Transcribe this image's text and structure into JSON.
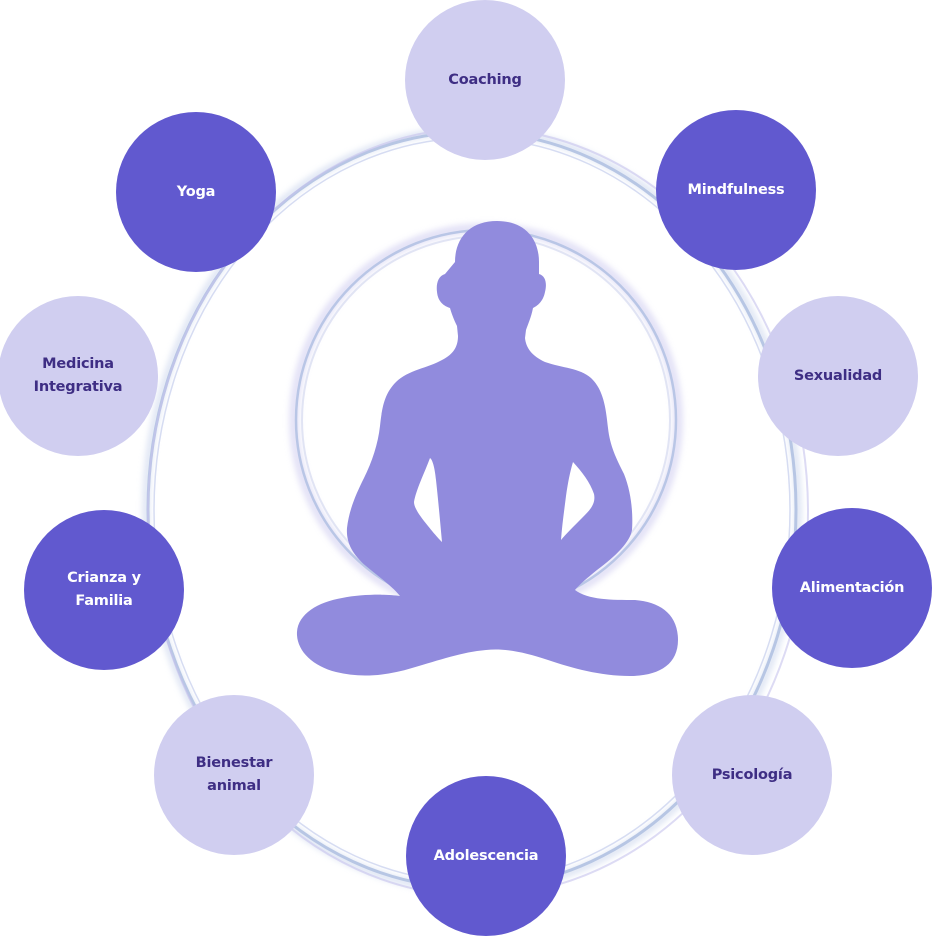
{
  "diagram": {
    "center_figure": "meditating-person-silhouette",
    "colors": {
      "dark_node": "#6159CF",
      "light_node": "#D0CEF0",
      "dark_node_text": "#FFFFFF",
      "light_node_text": "#3E2E84",
      "figure": "#918BDD",
      "ring": "#B7C6E4"
    },
    "nodes": [
      {
        "id": "coaching",
        "label": "Coaching",
        "style": "light"
      },
      {
        "id": "yoga",
        "label": "Yoga",
        "style": "dark"
      },
      {
        "id": "mindfulness",
        "label": "Mindfulness",
        "style": "dark"
      },
      {
        "id": "medicina-integrativa",
        "label": "Medicina\nIntegrativa",
        "style": "light"
      },
      {
        "id": "sexualidad",
        "label": "Sexualidad",
        "style": "light"
      },
      {
        "id": "crianza-y-familia",
        "label": "Crianza y\nFamilia",
        "style": "dark"
      },
      {
        "id": "alimentacion",
        "label": "Alimentación",
        "style": "dark"
      },
      {
        "id": "bienestar-animal",
        "label": "Bienestar\nanimal",
        "style": "light"
      },
      {
        "id": "adolescencia",
        "label": "Adolescencia",
        "style": "dark"
      },
      {
        "id": "psicologia",
        "label": "Psicología",
        "style": "light"
      }
    ]
  }
}
